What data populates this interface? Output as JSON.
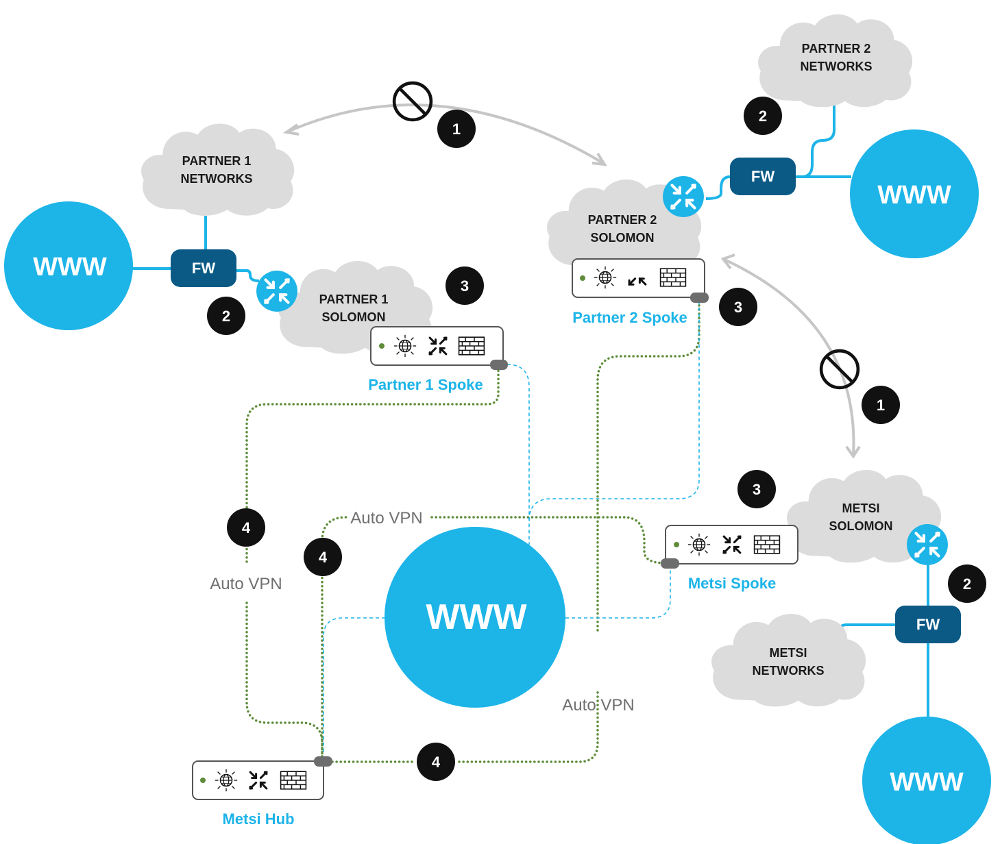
{
  "clouds": {
    "partner1_networks": [
      "PARTNER 1",
      "NETWORKS"
    ],
    "partner2_networks": [
      "PARTNER 2",
      "NETWORKS"
    ],
    "partner1_solomon": [
      "PARTNER 1",
      "SOLOMON"
    ],
    "partner2_solomon": [
      "PARTNER 2",
      "SOLOMON"
    ],
    "metsi_solomon": [
      "METSI",
      "SOLOMON"
    ],
    "metsi_networks": [
      "METSI",
      "NETWORKS"
    ]
  },
  "www_label": "WWW",
  "fw_label": "FW",
  "devices": {
    "partner1_spoke": "Partner 1 Spoke",
    "partner2_spoke": "Partner 2 Spoke",
    "metsi_spoke": "Metsi Spoke",
    "metsi_hub": "Metsi Hub"
  },
  "vpn_label": "Auto VPN",
  "badges": {
    "one": "1",
    "two": "2",
    "three": "3",
    "four": "4"
  },
  "colors": {
    "www_blue": "#1db4e8",
    "fw_navy": "#0b5a86",
    "cloud_gray": "#dcdcdc",
    "vpn_green": "#5e8c3a",
    "badge_black": "#111111",
    "arc_gray": "#c6c6c6"
  },
  "icons": [
    "globe-icon",
    "router-arrows-icon",
    "firewall-brick-icon",
    "prohibited-icon",
    "router-icon"
  ]
}
